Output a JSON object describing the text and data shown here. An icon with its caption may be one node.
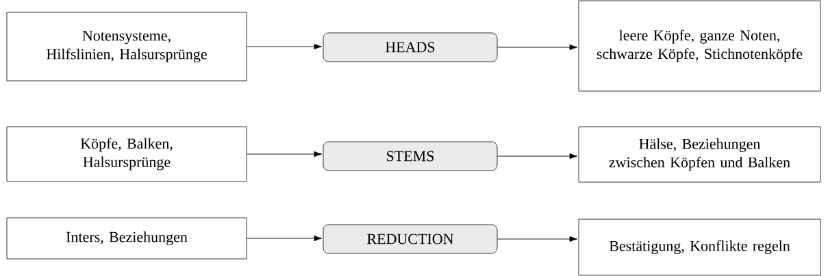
{
  "diagram": {
    "nodes": [
      {
        "text": [
          "Notensysteme, Hilfslinien, Halsursprünge"
        ]
      },
      {
        "text": [
          "HEADS"
        ]
      },
      {
        "text": [
          "leere Köpfe, ganze Noten, schwarze Köpfe, Stichnotenköpfe"
        ]
      },
      {
        "text": [
          "Köpfe, Balken, Halsursprünge"
        ]
      },
      {
        "text": [
          "STEMS"
        ]
      },
      {
        "text": [
          "Hälse, Beziehungen zwischen Köpfen und Balken"
        ]
      },
      {
        "text": [
          "Inters, Beziehungen"
        ]
      },
      {
        "text": [
          "REDUCTION"
        ]
      },
      {
        "text": [
          "Bestätigung, Konflikte regeln"
        ]
      }
    ],
    "edges": [
      {
        "from": 0,
        "to": 1,
        "arrow": "to"
      },
      {
        "from": 1,
        "to": 2,
        "arrow": "to"
      },
      {
        "from": 3,
        "to": 4,
        "arrow": "to"
      },
      {
        "from": 4,
        "to": 5,
        "arrow": "to"
      },
      {
        "from": 6,
        "to": 7,
        "arrow": "to"
      },
      {
        "from": 7,
        "to": 8,
        "arrow": "to"
      }
    ]
  }
}
